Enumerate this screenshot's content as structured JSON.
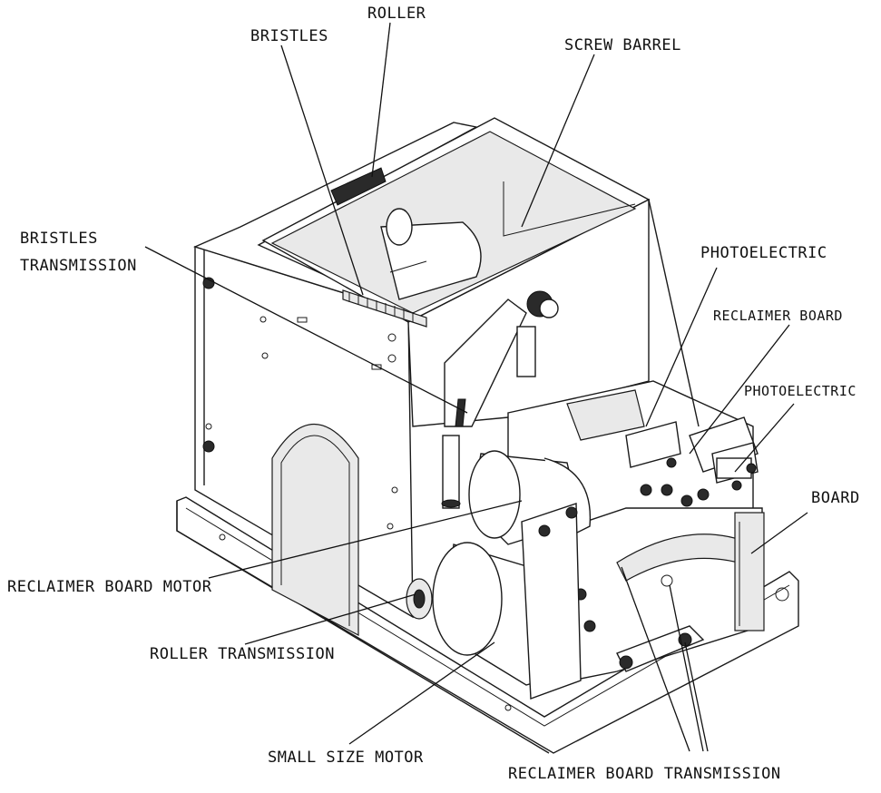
{
  "labels": {
    "roller": "ROLLER",
    "bristles": "BRISTLES",
    "screw_barrel": "SCREW BARREL",
    "bristles_transmission_line1": "BRISTLES",
    "bristles_transmission_line2": "TRANSMISSION",
    "photoelectric_top": "PHOTOELECTRIC",
    "reclaimer_board_top": "RECLAIMER BOARD",
    "photoelectric_right": "PHOTOELECTRIC",
    "board": "BOARD",
    "reclaimer_board_motor": "RECLAIMER BOARD MOTOR",
    "roller_transmission": "ROLLER TRANSMISSION",
    "small_size_motor": "SMALL SIZE MOTOR",
    "reclaimer_board_transmission": "RECLAIMER BOARD TRANSMISSION"
  }
}
